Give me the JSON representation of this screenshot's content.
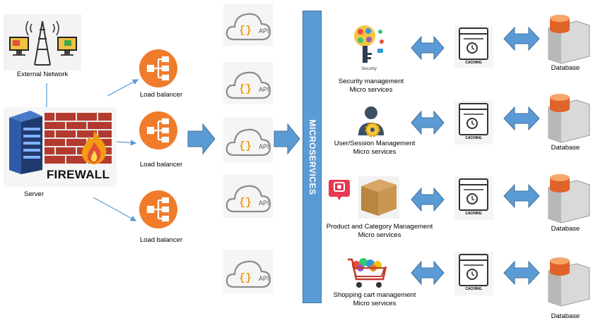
{
  "external_network": {
    "label": "External Network"
  },
  "server": {
    "label": "Server",
    "firewall_text": "FIREWALL"
  },
  "load_balancers": [
    {
      "label": "Load balancer"
    },
    {
      "label": "Load balancer"
    },
    {
      "label": "Load balancer"
    }
  ],
  "api_gateways": [
    {
      "label": "API"
    },
    {
      "label": "API"
    },
    {
      "label": "API"
    },
    {
      "label": "API"
    },
    {
      "label": "API"
    }
  ],
  "bus": {
    "label": "MICROSERVICES"
  },
  "services": [
    {
      "line1": "Security management",
      "line2": "Micro services",
      "icon_text": "Security"
    },
    {
      "line1": "User/Session Management",
      "line2": "Micro services"
    },
    {
      "line1": "Product and Category Management",
      "line2": "Micro services"
    },
    {
      "line1": "Shopping cart management",
      "line2": "Micro services"
    }
  ],
  "caches": [
    {
      "label": "CACHING"
    },
    {
      "label": "CACHING"
    },
    {
      "label": "CACHING"
    },
    {
      "label": "CACHING"
    }
  ],
  "databases": [
    {
      "label": "Database"
    },
    {
      "label": "Database"
    },
    {
      "label": "Database"
    },
    {
      "label": "Database"
    }
  ],
  "colors": {
    "orange": "#f07b2a",
    "blue": "#5b9bd5",
    "blue_dark": "#41719c",
    "cloud_stroke": "#8c8c8c",
    "firewall_red": "#c0392b"
  }
}
